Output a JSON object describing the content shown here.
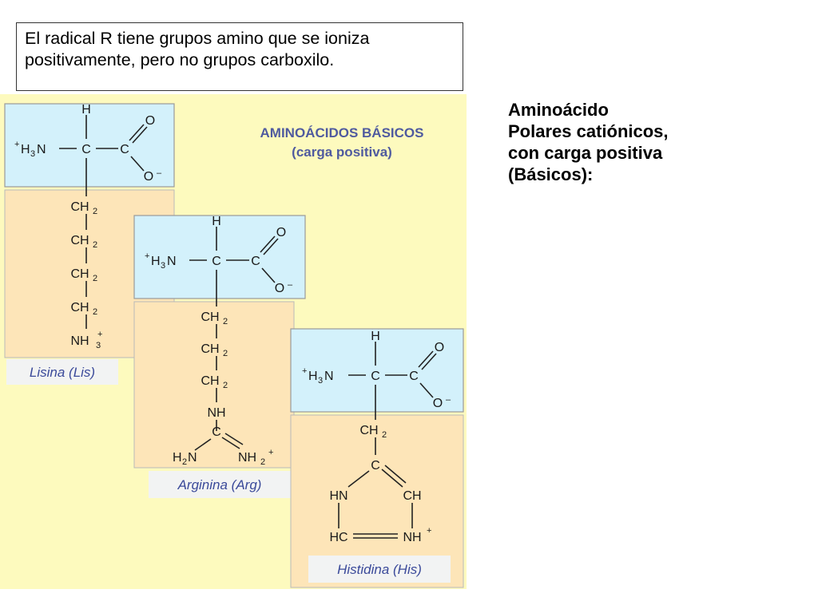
{
  "note": {
    "line1": "El radical R tiene grupos amino que se ioniza",
    "line2": "positivamente, pero no grupos carboxilo."
  },
  "side": {
    "line1": "Aminoácido",
    "line2": "Polares catiónicos,",
    "line3": "con carga positiva",
    "line4": "(Básicos):"
  },
  "figure": {
    "heading1": "AMINOÁCIDOS BÁSICOS",
    "heading2": "(carga positiva)",
    "common": {
      "h": "H",
      "amino_plus": "+",
      "amino_h": "H",
      "amino_sub": "3",
      "amino_n": "N",
      "c_alpha": "C",
      "c_carboxyl": "C",
      "o_double": "O",
      "o_minus": "O",
      "minus": "–"
    },
    "lisina": {
      "name": "Lisina (Lis)",
      "ch": "CH",
      "sub2": "2",
      "nh": "NH",
      "sub3": "3",
      "plus": "+"
    },
    "arginina": {
      "name": "Arginina (Arg)",
      "ch": "CH",
      "sub2": "2",
      "nh": "NH",
      "c": "C",
      "h2n_h": "H",
      "h2n_n": "N",
      "nh2": "NH",
      "plus": "+"
    },
    "histidina": {
      "name": "Histidina (His)",
      "ch": "CH",
      "sub2": "2",
      "c": "C",
      "hn": "HN",
      "ch_ring": "CH",
      "hc": "HC",
      "nh": "NH",
      "plus": "+"
    }
  }
}
